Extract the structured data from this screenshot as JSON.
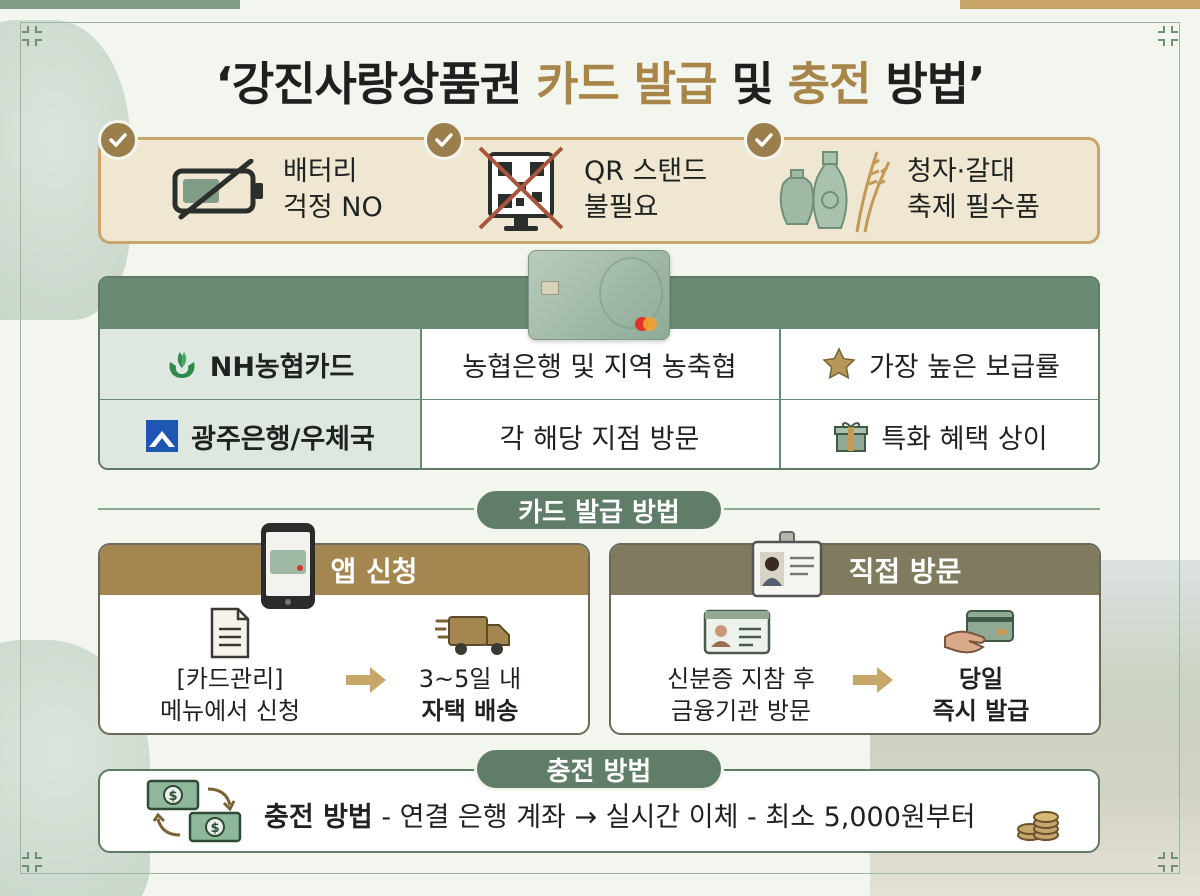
{
  "title": {
    "part1": "‘강진사랑상품권 ",
    "part2": "카드 발급",
    "part3": " 및 ",
    "part4": "충전",
    "part5": " 방법’"
  },
  "benefits": [
    {
      "line1": "배터리",
      "line2": "걱정 NO",
      "icon": "battery-crossed-icon"
    },
    {
      "line1": "QR 스탠드",
      "line2": "불필요",
      "icon": "qr-stand-crossed-icon"
    },
    {
      "line1": "청자·갈대",
      "line2": "축제 필수품",
      "icon": "celadon-reed-icon"
    }
  ],
  "banks": [
    {
      "name": "NH농협카드",
      "place": "농협은행 및 지역 농축협",
      "note": "가장 높은 보급률",
      "note_icon": "star-icon"
    },
    {
      "name": "광주은행/우체국",
      "place": "각 해당 지점 방문",
      "note": "특화 혜택 상이",
      "note_icon": "gift-icon"
    }
  ],
  "issue_section": "카드 발급 방법",
  "app_panel": {
    "title": "앱 신청",
    "step1_line1": "[카드관리]",
    "step1_line2": "메뉴에서 신청",
    "step2_line1": "3~5일 내",
    "step2_line2": "자택 배송"
  },
  "visit_panel": {
    "title": "직접 방문",
    "step1_line1": "신분증 지참 후",
    "step1_line2": "금융기관 방문",
    "step2_line1": "당일",
    "step2_line2": "즉시 발급"
  },
  "charge_section": "충전 방법",
  "charge": {
    "label": "충전 방법",
    "text": " - 연결 은행 계좌 → 실시간 이체 - 최소 5,000원부터"
  },
  "colors": {
    "green": "#5f7d68",
    "gold": "#a8864a",
    "gold_dark": "#9a7f4c",
    "beige": "#f0e7d3"
  }
}
